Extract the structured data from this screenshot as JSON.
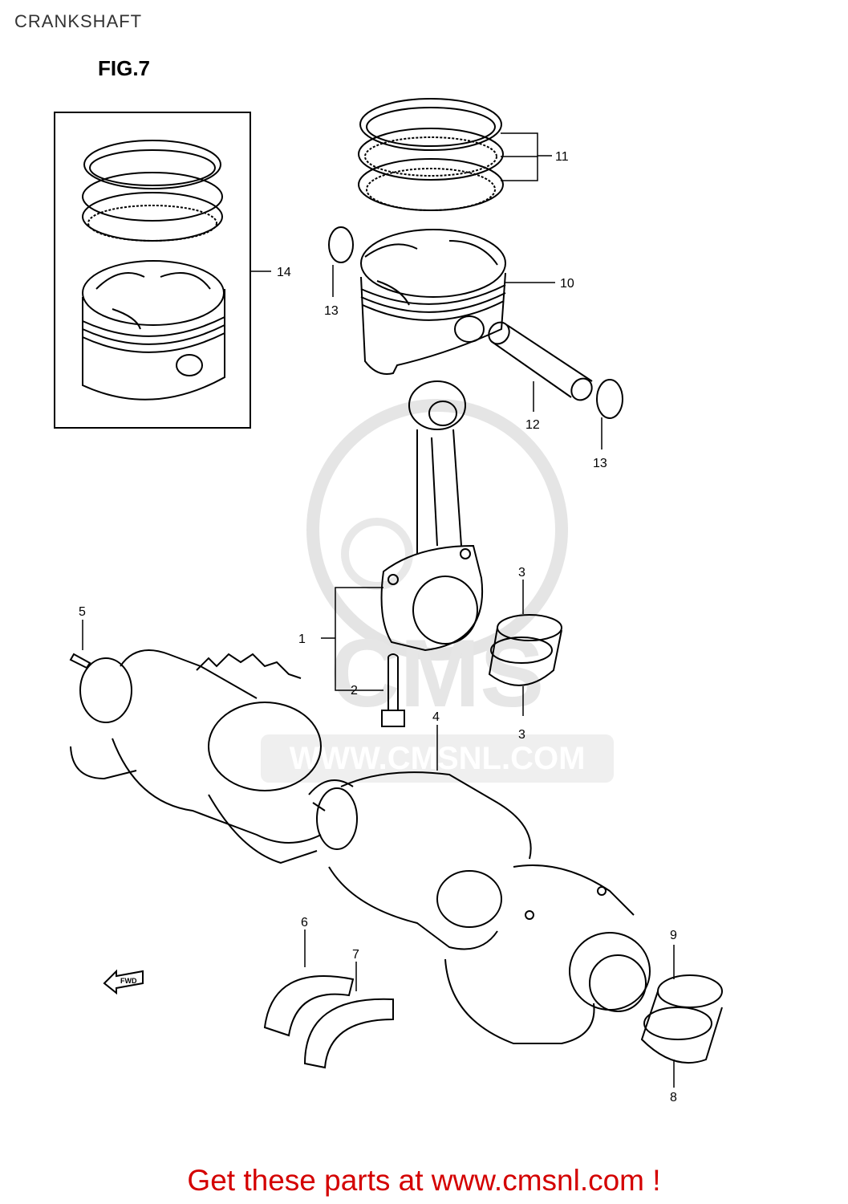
{
  "header": {
    "title": "CRANKSHAFT",
    "figure": "FIG.7"
  },
  "watermark": {
    "text": "WWW.CMSNL.COM",
    "logo": "CMS"
  },
  "fwd_label": "FWD",
  "callouts": {
    "c1": "1",
    "c2": "2",
    "c3a": "3",
    "c3b": "3",
    "c4": "4",
    "c5": "5",
    "c6": "6",
    "c7": "7",
    "c8": "8",
    "c9": "9",
    "c10": "10",
    "c11": "11",
    "c12": "12",
    "c13a": "13",
    "c13b": "13",
    "c14": "14"
  },
  "footer": {
    "text": "Get these parts at www.cmsnl.com !"
  },
  "colors": {
    "footer": "#d40000",
    "watermark": "#c8c8c8"
  }
}
